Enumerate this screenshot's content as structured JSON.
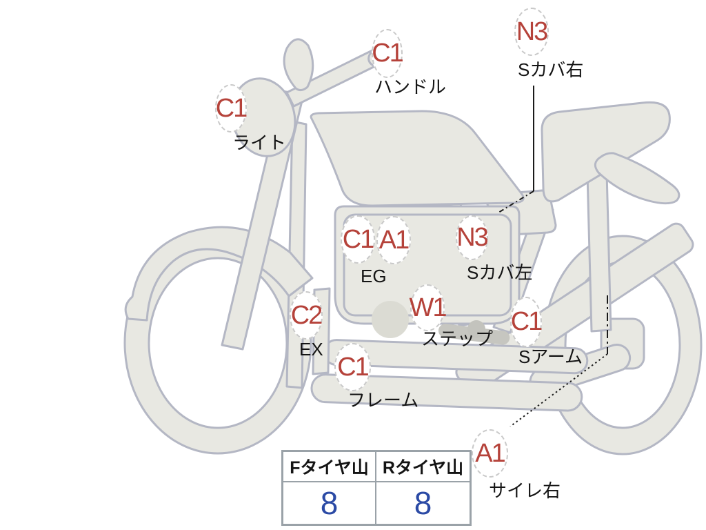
{
  "diagram_title": "motorcycle-condition-diagram",
  "markers": [
    {
      "codes": [
        "C1"
      ],
      "label": "ライト"
    },
    {
      "codes": [
        "C1"
      ],
      "label": "ハンドル"
    },
    {
      "codes": [
        "N3"
      ],
      "label": "Sカバ右"
    },
    {
      "codes": [
        "C1",
        "A1"
      ],
      "label": "EG"
    },
    {
      "codes": [
        "N3"
      ],
      "label": "Sカバ左"
    },
    {
      "codes": [
        "C2"
      ],
      "label": "EX"
    },
    {
      "codes": [
        "W1"
      ],
      "label": "ステップ"
    },
    {
      "codes": [
        "C1"
      ],
      "label": "フレーム"
    },
    {
      "codes": [
        "C1"
      ],
      "label": "Sアーム"
    },
    {
      "codes": [
        "A1"
      ],
      "label": "サイレ右"
    }
  ],
  "tire_table": {
    "headers": [
      "Fタイヤ山",
      "Rタイヤ山"
    ],
    "values": [
      "8",
      "8"
    ]
  },
  "colors": {
    "condition_code_red": "#b5423a",
    "tire_value_blue": "#2b4aa5",
    "bike_fill": "#e8e8e2",
    "bike_stroke": "#b4b7c4",
    "table_border": "#9aa2a8"
  }
}
